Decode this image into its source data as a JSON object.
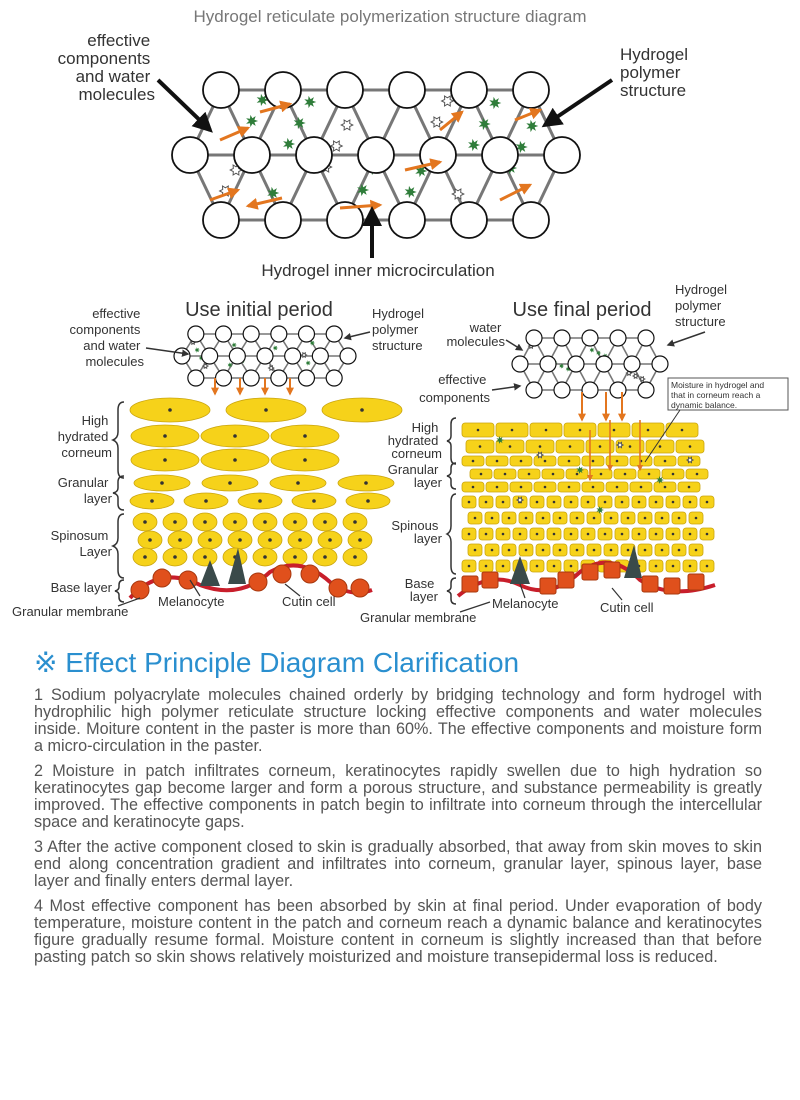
{
  "top_diagram": {
    "title": "Hydrogel reticulate polymerization structure diagram",
    "label_left": [
      "effective",
      "components",
      "and water",
      "molecules"
    ],
    "label_right": [
      "Hydrogel",
      "polymer",
      "structure"
    ],
    "label_bottom": "Hydrogel inner microcirculation"
  },
  "initial_panel": {
    "title": "Use initial period",
    "label_components": [
      "effective",
      "components",
      "and water",
      "molecules"
    ],
    "label_polymer": [
      "Hydrogel",
      "polymer",
      "structure"
    ],
    "layers": {
      "corneum": [
        "High",
        "hydrated",
        "corneum"
      ],
      "granular": [
        "Granular",
        "layer"
      ],
      "spinosum": [
        "Spinosum",
        "Layer"
      ],
      "base": "Base layer"
    },
    "label_membrane": "Granular membrane",
    "label_melanocyte": "Melanocyte",
    "label_cutin": "Cutin cell"
  },
  "final_panel": {
    "title": "Use final period",
    "label_water": [
      "water",
      "molecules"
    ],
    "label_components": [
      "effective",
      "components"
    ],
    "label_polymer": [
      "Hydrogel",
      "polymer",
      "structure"
    ],
    "callout": [
      "Moisture in hydrogel and",
      "that in corneum reach a",
      "dynamic balance."
    ],
    "layers": {
      "corneum": [
        "High",
        "hydrated",
        "corneum"
      ],
      "granular": [
        "Granular",
        "layer"
      ],
      "spinous": [
        "Spinous",
        "layer"
      ],
      "base": [
        "Base",
        "layer"
      ]
    },
    "label_membrane": "Granular membrane",
    "label_melanocyte": "Melanocyte",
    "label_cutin": "Cutin cell"
  },
  "colors": {
    "accent_blue": "#2a8fcf",
    "cell_yellow": "#f6d21a",
    "cell_orange": "#e0501c",
    "membrane_red": "#c81e2b",
    "arrow_orange": "#e3761f",
    "component_green": "#2f7d3a"
  },
  "explanation": {
    "heading": "※ Effect Principle Diagram Clarification",
    "paragraphs": [
      "1  Sodium polyacrylate molecules chained orderly by bridging technology and form hydrogel with hydrophilic high polymer reticulate structure locking effective components and water molecules inside. Moiture content in the paster is more than 60%. The effective components and moisture form a micro-circulation in the paster.",
      "2  Moisture in patch infiltrates corneum, keratinocytes rapidly swellen due to high hydration so keratinocytes gap become larger and form a porous structure, and substance permeability is greatly improved. The effective components in patch begin to infiltrate into corneum through the intercellular space and keratinocyte gaps.",
      "3  After the active component closed to skin is gradually absorbed, that away from skin moves to skin end along concentration gradient and infiltrates into corneum, granular layer, spinous layer, base layer and finally enters dermal layer.",
      "4  Most effective component has been absorbed by skin at final period. Under evaporation of body temperature, moisture content in the patch and corneum reach a dynamic balance and keratinocytes figure gradually resume formal. Moisture content in corneum is slightly increased than that before pasting patch so skin shows relatively moisturized and moisture transepidermal loss is reduced."
    ]
  }
}
